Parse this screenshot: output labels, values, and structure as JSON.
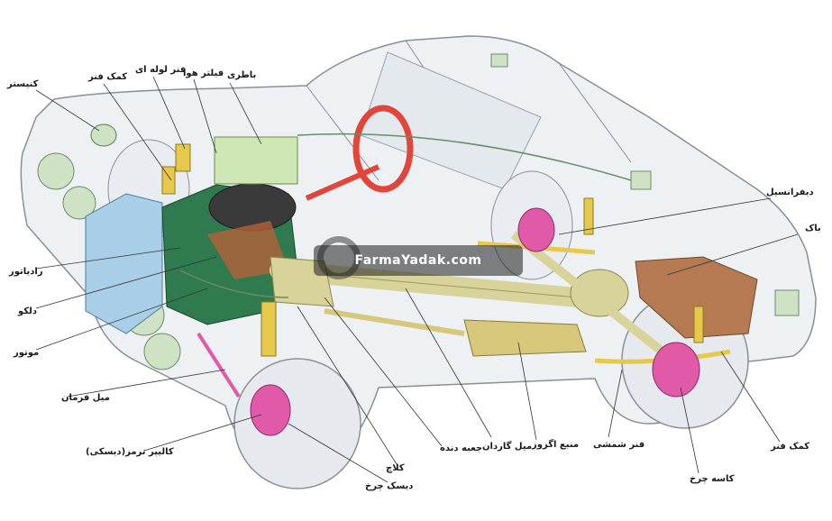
{
  "watermark": "FarmaYadak.com",
  "labels": {
    "canister": "کنیستر",
    "front_shock": "کمک فنر",
    "coil_spring": "فنر لوله ای",
    "air_filter": "فیلتر هوا",
    "battery": "باطری",
    "differential": "دیفرانسیل",
    "tank": "باک",
    "radiator": "رادیاتور",
    "distributor": "دلکو",
    "engine": "موتور",
    "steering_rod": "میل فرمان",
    "brake_caliper": "کالیپر ترمز(دیسکی)",
    "clutch": "کلاچ",
    "brake_disc": "دیسک چرخ",
    "gearbox": "جعبه دنده",
    "driveshaft": "میل گاردان",
    "exhaust": "منبع اگزوز",
    "leaf_spring": "فنر شمشی",
    "brake_drum": "کاسه چرخ",
    "rear_shock": "کمک فنر"
  },
  "colors": {
    "body_outline": "#8a8f96",
    "body_fill": "#eef1f4",
    "engine": "#2f7a4f",
    "radiator": "#a9cfe8",
    "battery": "#cfe6b5",
    "steering": "#e0463c",
    "shaft": "#d8d39a",
    "exhaust": "#d6c77a",
    "tank": "#b57a52",
    "brake": "#e05aa8",
    "lamp": "#cfe3c4",
    "spring": "#e6c84a"
  }
}
